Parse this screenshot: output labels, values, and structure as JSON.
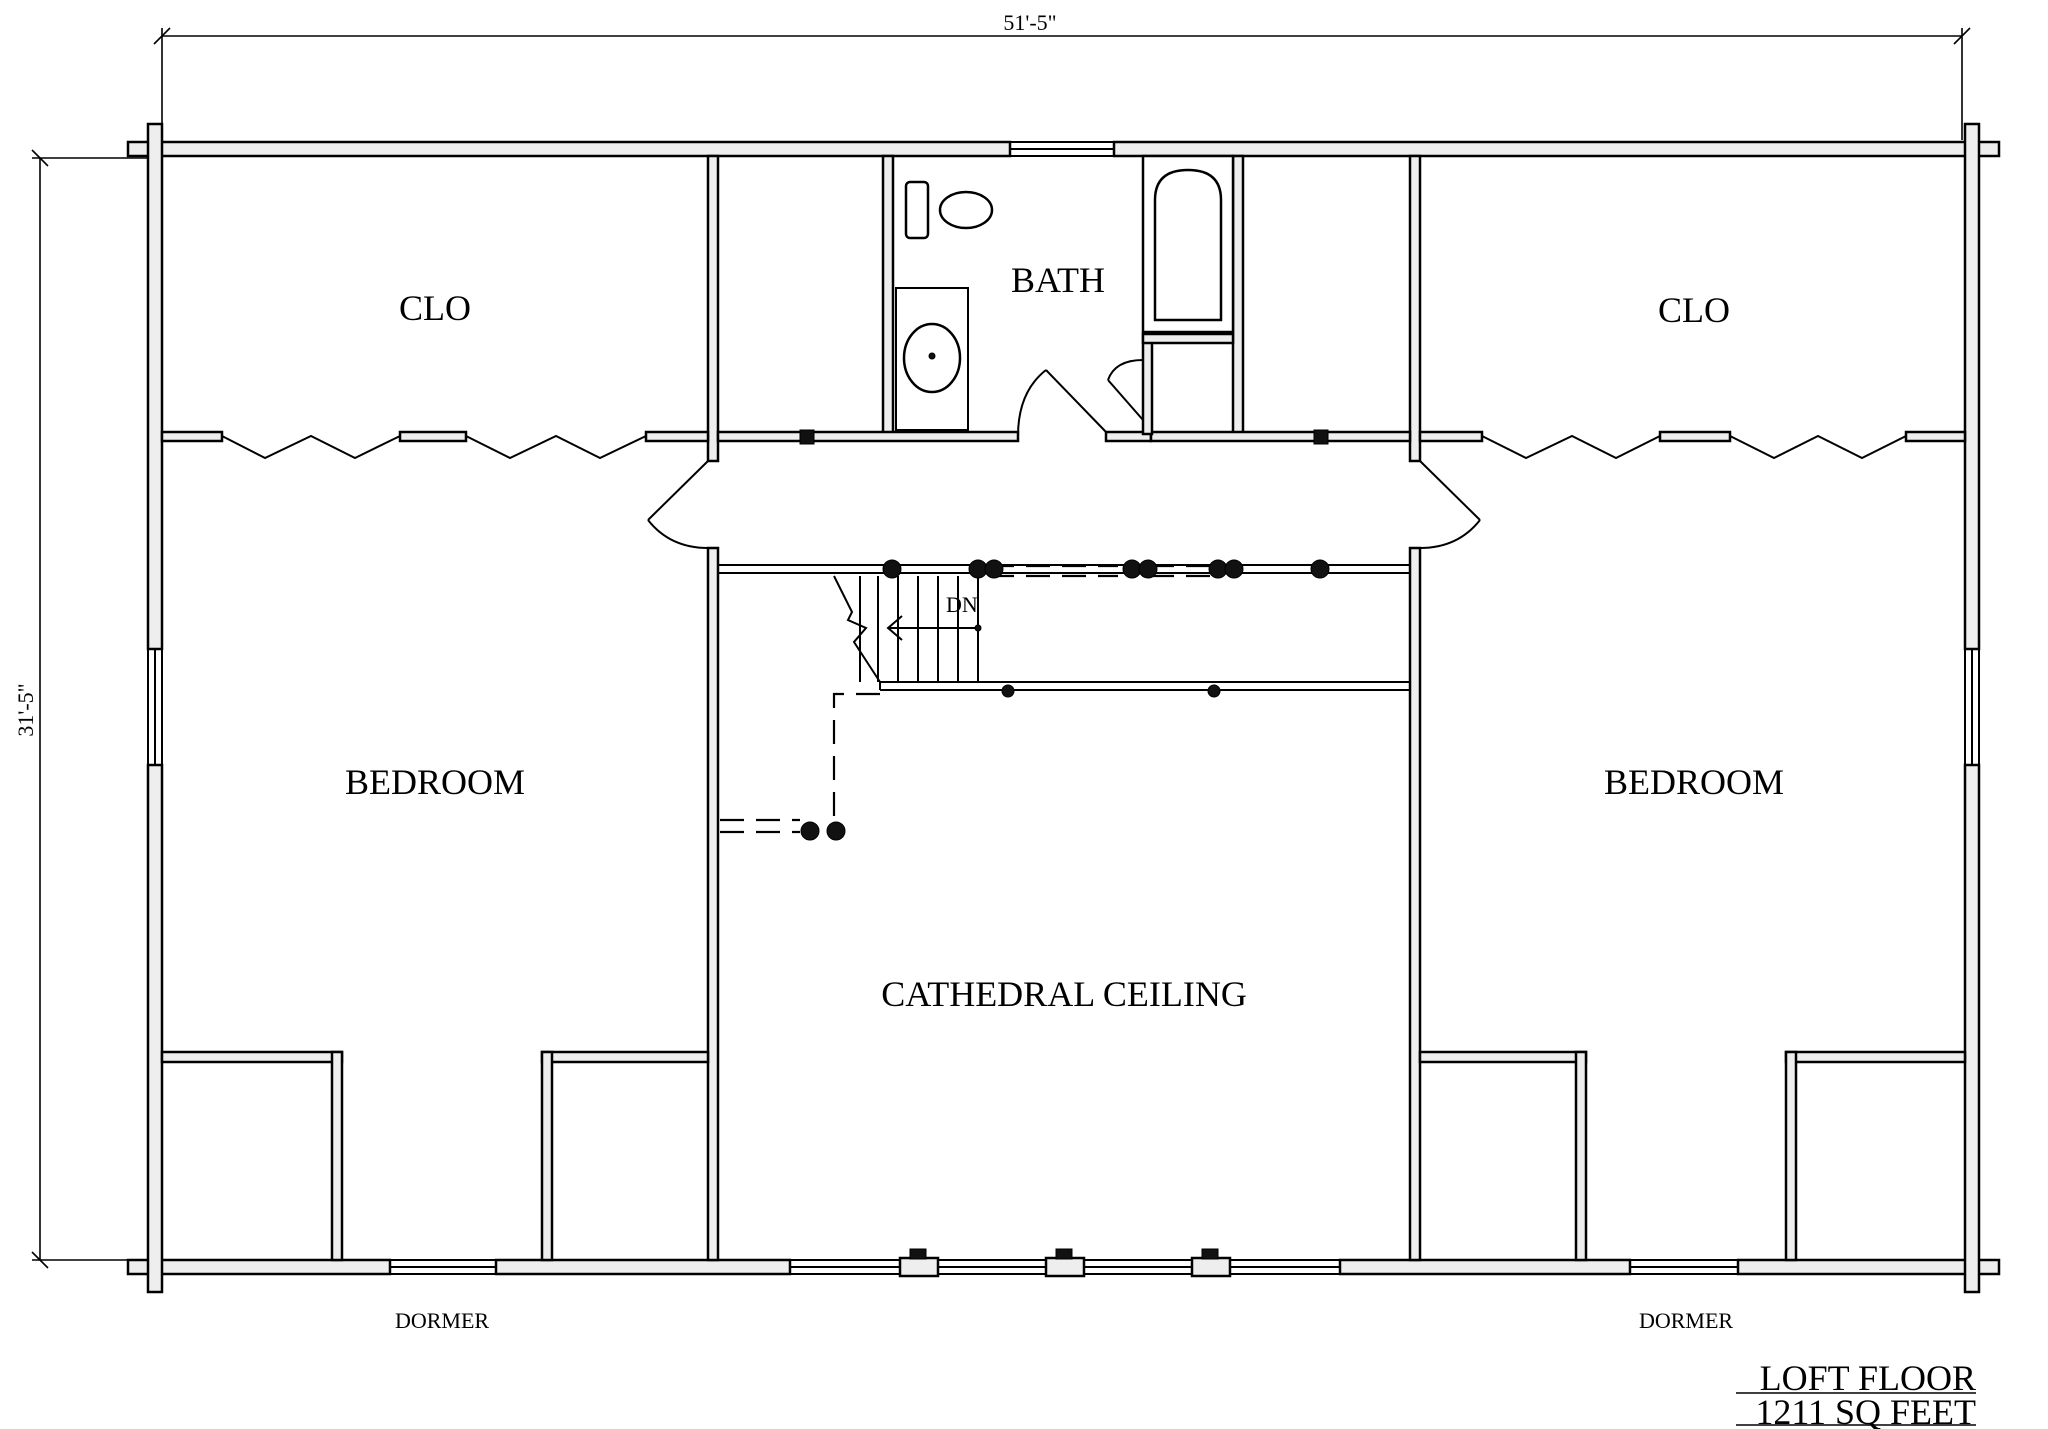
{
  "plan": {
    "dimensions": {
      "width": "51'-5\"",
      "depth": "31'-5\""
    },
    "rooms": {
      "closet_left": "CLO",
      "closet_right": "CLO",
      "bath": "BATH",
      "bedroom_left": "BEDROOM",
      "bedroom_right": "BEDROOM",
      "cathedral": "CATHEDRAL CEILING"
    },
    "stair_label": "DN",
    "dormer_left": "DORMER",
    "dormer_right": "DORMER",
    "title": {
      "line1": "LOFT FLOOR",
      "line2": "1211 SQ FEET"
    }
  }
}
